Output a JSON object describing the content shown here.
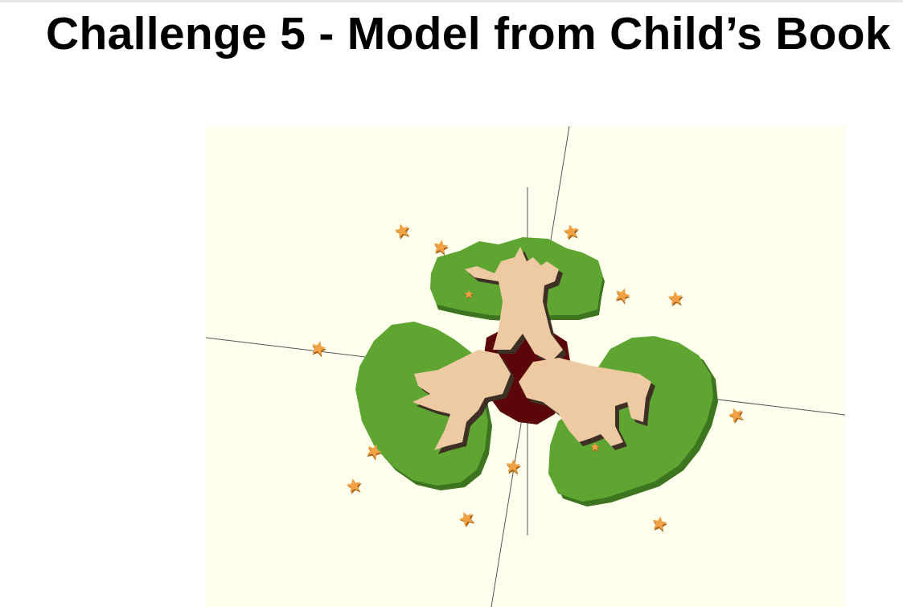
{
  "slide": {
    "title": "Challenge 5 - Model from Child’s Book"
  },
  "viewport": {
    "background": "#ffffee",
    "axis_color": "#555555"
  },
  "model": {
    "description_icon": "tree-model-render",
    "colors": {
      "grass_top": "#5ea532",
      "grass_side": "#3d7420",
      "grass_dark": "#2c5316",
      "trunk_top": "#edcaa2",
      "trunk_side": "#8d7357",
      "trunk_shadow": "#3f3025",
      "core": "#5b0709",
      "star_top": "#f0a244",
      "star_side": "#a86418"
    },
    "star_count": 14
  }
}
